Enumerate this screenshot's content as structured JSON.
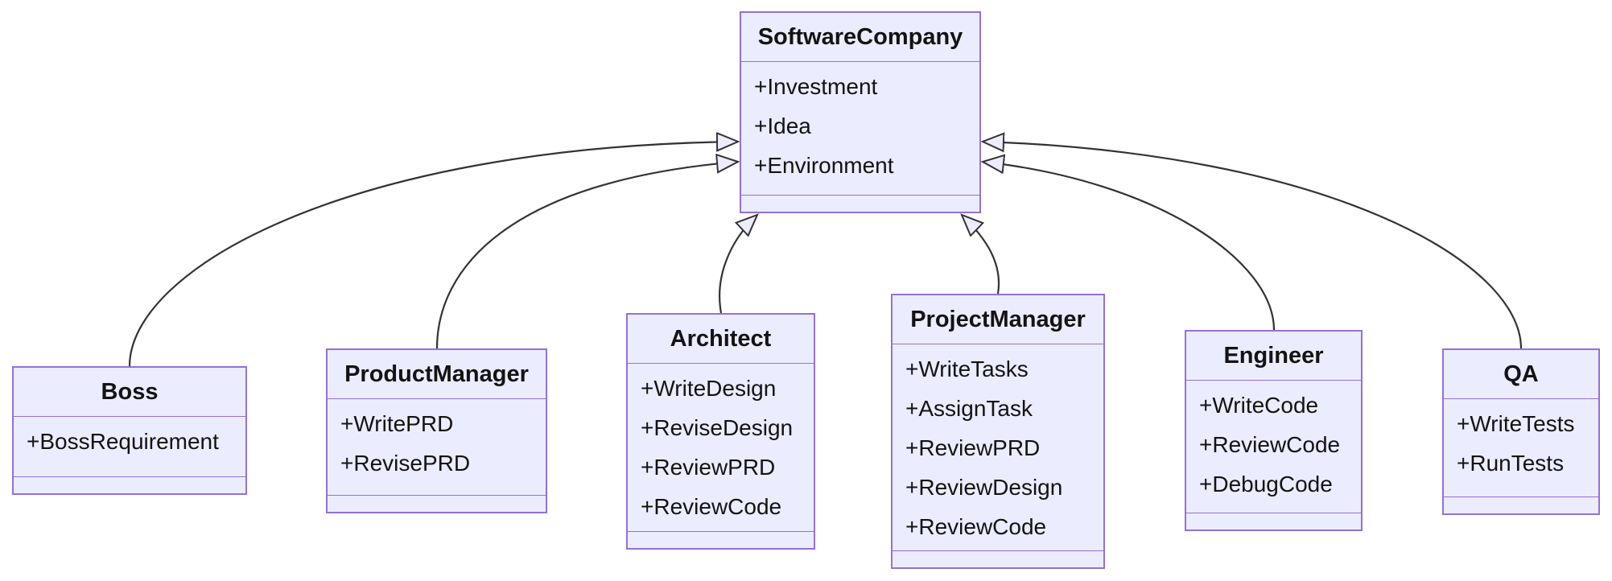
{
  "diagram": {
    "type": "uml-class-diagram",
    "classes": [
      {
        "id": "softwarecompany",
        "name": "SoftwareCompany",
        "members": [
          "+Investment",
          "+Idea",
          "+Environment"
        ],
        "methods": []
      },
      {
        "id": "boss",
        "name": "Boss",
        "members": [
          "+BossRequirement"
        ],
        "methods": []
      },
      {
        "id": "productmanager",
        "name": "ProductManager",
        "members": [
          "+WritePRD",
          "+RevisePRD"
        ],
        "methods": []
      },
      {
        "id": "architect",
        "name": "Architect",
        "members": [
          "+WriteDesign",
          "+ReviseDesign",
          "+ReviewPRD",
          "+ReviewCode"
        ],
        "methods": []
      },
      {
        "id": "projectmanager",
        "name": "ProjectManager",
        "members": [
          "+WriteTasks",
          "+AssignTask",
          "+ReviewPRD",
          "+ReviewDesign",
          "+ReviewCode"
        ],
        "methods": []
      },
      {
        "id": "engineer",
        "name": "Engineer",
        "members": [
          "+WriteCode",
          "+ReviewCode",
          "+DebugCode"
        ],
        "methods": []
      },
      {
        "id": "qa",
        "name": "QA",
        "members": [
          "+WriteTests",
          "+RunTests"
        ],
        "methods": []
      }
    ],
    "relationships": [
      {
        "from": "Boss",
        "to": "SoftwareCompany",
        "type": "inheritance"
      },
      {
        "from": "ProductManager",
        "to": "SoftwareCompany",
        "type": "inheritance"
      },
      {
        "from": "Architect",
        "to": "SoftwareCompany",
        "type": "inheritance"
      },
      {
        "from": "ProjectManager",
        "to": "SoftwareCompany",
        "type": "inheritance"
      },
      {
        "from": "Engineer",
        "to": "SoftwareCompany",
        "type": "inheritance"
      },
      {
        "from": "QA",
        "to": "SoftwareCompany",
        "type": "inheritance"
      }
    ],
    "colors": {
      "node_fill": "#ECECFF",
      "node_border": "#9370DB",
      "edge_line": "#333333",
      "text": "#131313",
      "background": "#FFFFFF"
    }
  }
}
